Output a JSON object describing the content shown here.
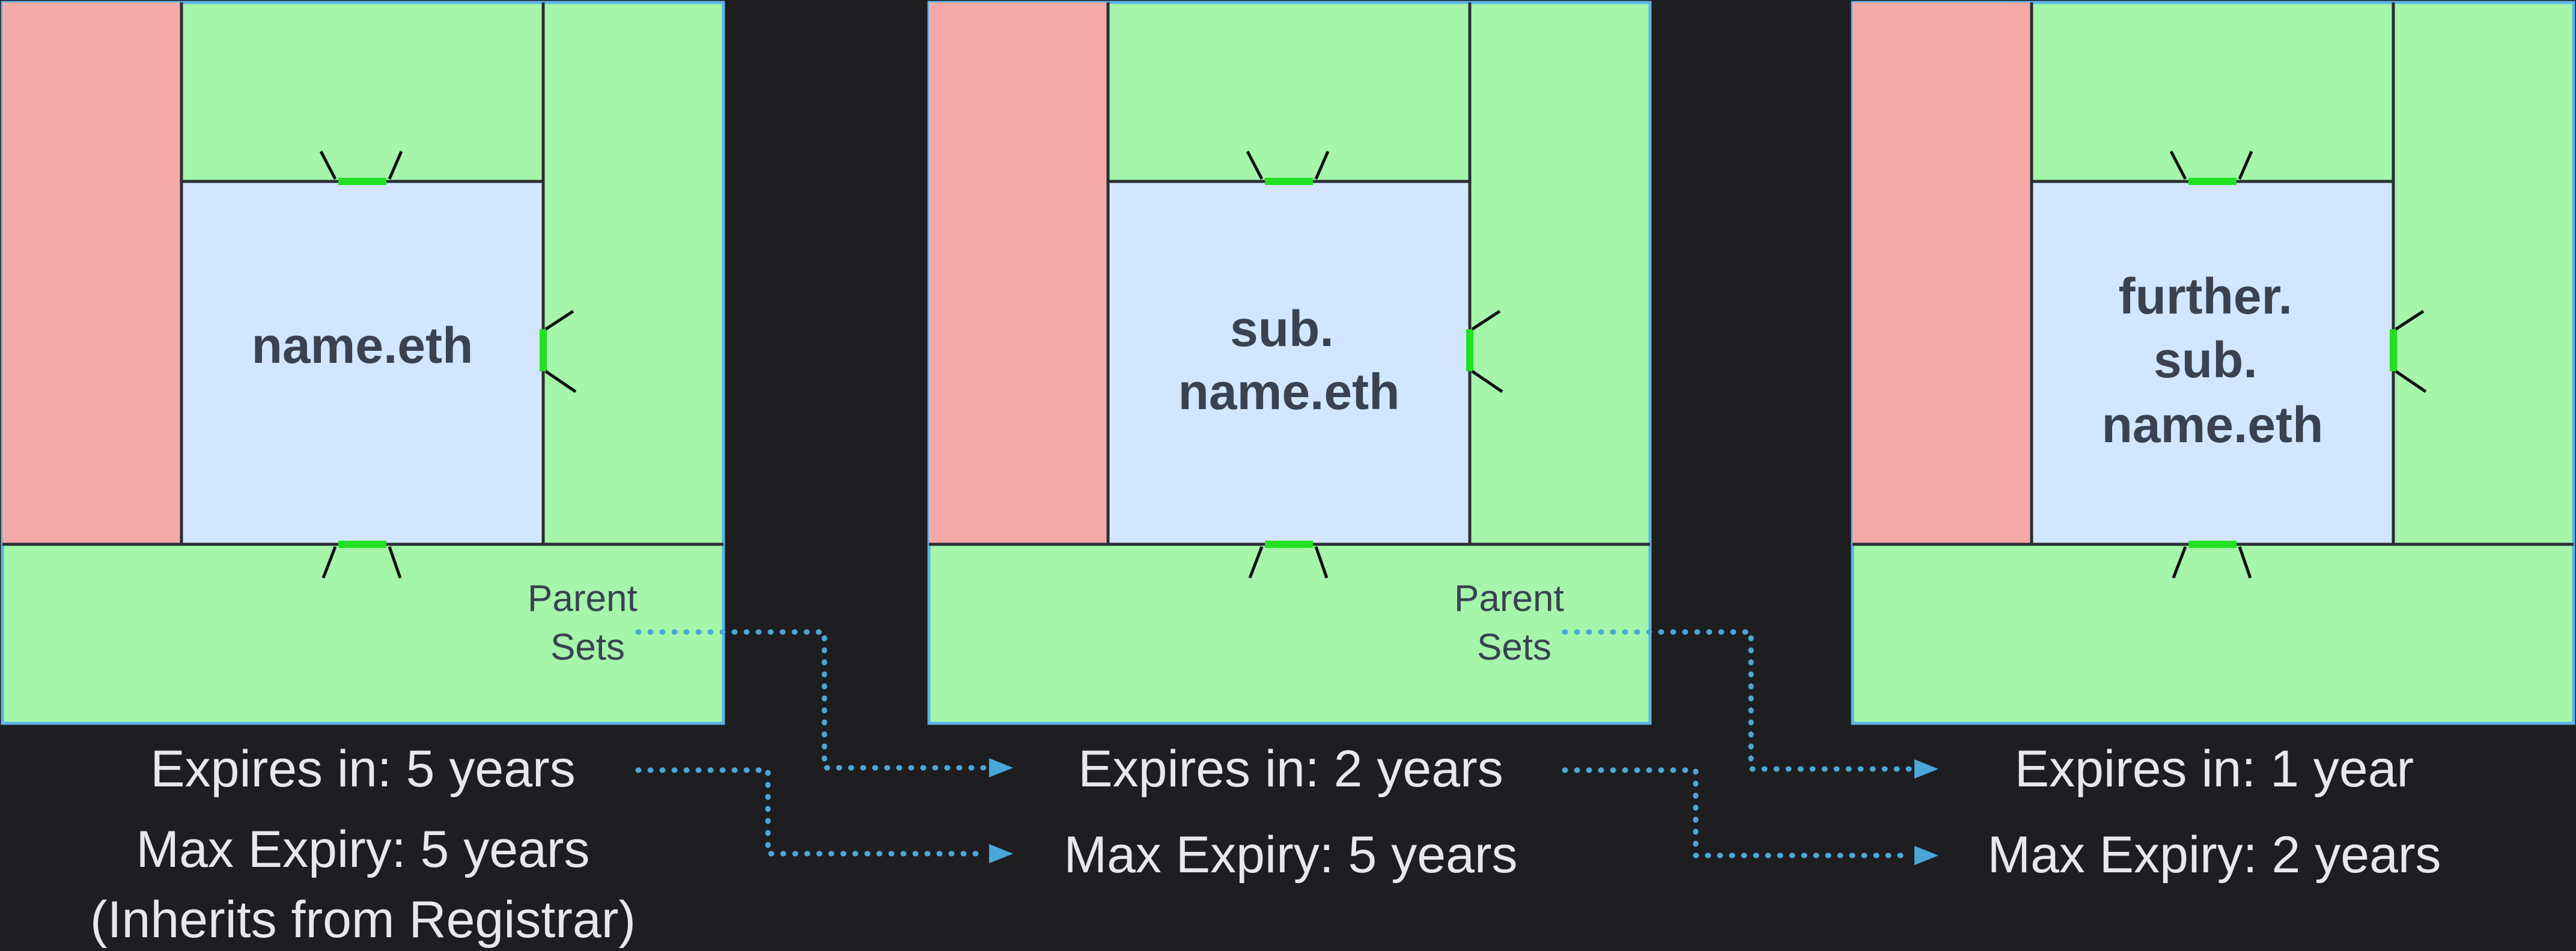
{
  "colors": {
    "background": "#1e1e21",
    "red_zone": "#f5aaaa",
    "green_zone": "#a5f5aa",
    "name_box": "#d2e6ff",
    "outer_border": "#5ab4e6",
    "fuse_mark": "#22e022",
    "connector": "#4aa8d8",
    "label_text": "#e6e8ea",
    "diagram_text": "#3a4252"
  },
  "panels": [
    {
      "name_lines": [
        "name.eth"
      ],
      "parent_sets": [
        "Parent",
        "Sets"
      ],
      "expires": "Expires in: 5 years",
      "max_expiry": "Max Expiry: 5 years",
      "inherits_note": "(Inherits from Registrar)"
    },
    {
      "name_lines": [
        "sub.",
        "name.eth"
      ],
      "parent_sets": [
        "Parent",
        "Sets"
      ],
      "expires": "Expires in: 2 years",
      "max_expiry": "Max Expiry: 5 years"
    },
    {
      "name_lines": [
        "further.",
        "sub.",
        "name.eth"
      ],
      "expires": "Expires in: 1 year",
      "max_expiry": "Max Expiry: 2 years"
    }
  ],
  "connectors": [
    {
      "from": "panel-1-parent-sets",
      "to": "panel-2-expires"
    },
    {
      "from": "panel-1-expires",
      "to": "panel-2-max-expiry"
    },
    {
      "from": "panel-2-parent-sets",
      "to": "panel-3-expires"
    },
    {
      "from": "panel-2-expires",
      "to": "panel-3-max-expiry"
    }
  ]
}
